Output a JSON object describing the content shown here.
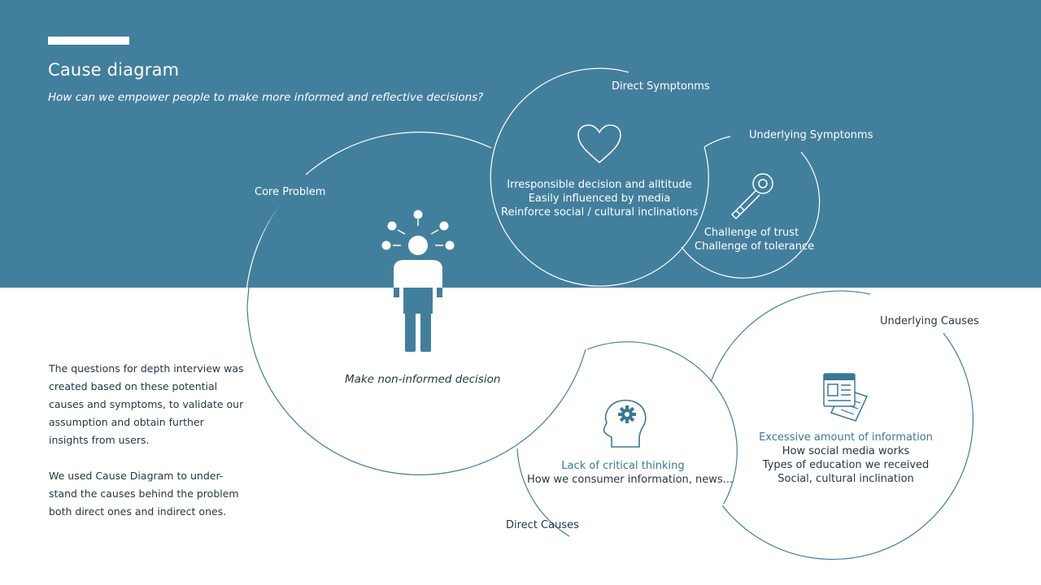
{
  "header": {
    "title": "Cause diagram",
    "subtitle": "How can we empower people to make more informed and reflective decisions?"
  },
  "labels": {
    "core_problem": "Core Problem",
    "direct_symptoms": "Direct Symptonms",
    "underlying_symptoms": "Underlying Symptonms",
    "underlying_causes": "Underlying Causes",
    "direct_causes": "Direct Causes"
  },
  "core": {
    "text": "Make non-informed decision",
    "icon": "person-thinking-icon"
  },
  "direct_symptoms": {
    "icon": "heart-icon",
    "lines": [
      "Irresponsible decision and alltitude",
      "Easily influenced by media",
      "Reinforce social / cultural inclinations"
    ]
  },
  "underlying_symptoms": {
    "icon": "key-icon",
    "lines": [
      "Challenge of trust",
      "Challenge of tolerance"
    ]
  },
  "direct_causes": {
    "icon": "head-gear-icon",
    "highlight": "Lack of critical thinking",
    "lines": [
      "How we consumer information, news..."
    ]
  },
  "underlying_causes": {
    "icon": "newspaper-icon",
    "highlight": "Excessive amount of information",
    "lines": [
      "How social media works",
      "Types of education we received",
      "Social, cultural inclination"
    ]
  },
  "intro": {
    "paragraphs": [
      "The questions for depth interview was created based on these potential causes and symptoms, to validate our assumption and obtain further insights from users.",
      "We used Cause Diagram to under-stand the causes behind the problem both direct ones and indirect ones."
    ]
  },
  "colors": {
    "band": "#427f9d",
    "accent_text": "#3b7896",
    "dark_text": "#243846"
  }
}
